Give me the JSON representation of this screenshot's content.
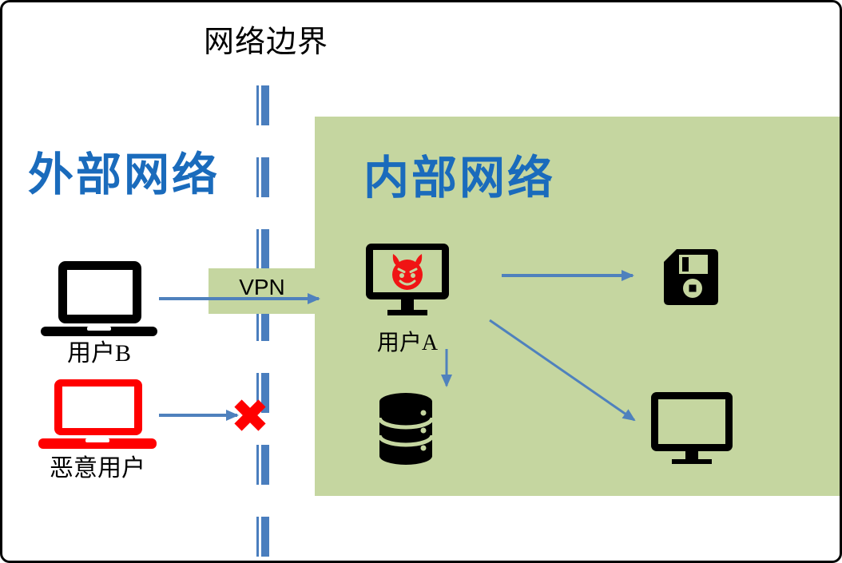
{
  "boundary": {
    "title": "网络边界"
  },
  "external_zone": {
    "label": "外部网络",
    "user_b_label": "用户B",
    "malicious_label": "恶意用户"
  },
  "internal_zone": {
    "label": "内部网络",
    "user_a_label": "用户A"
  },
  "vpn": {
    "label": "VPN"
  },
  "connections": [
    {
      "from": "user-b",
      "to": "user-a",
      "via": "VPN",
      "status": "allowed"
    },
    {
      "from": "malicious-user",
      "to": "network-boundary",
      "status": "blocked"
    },
    {
      "from": "user-a",
      "to": "floppy-disk"
    },
    {
      "from": "user-a",
      "to": "database"
    },
    {
      "from": "user-a",
      "to": "monitor"
    }
  ],
  "icons": [
    "laptop-icon",
    "malicious-laptop-icon",
    "infected-monitor-icon",
    "devil-face-icon",
    "floppy-disk-icon",
    "database-icon",
    "monitor-icon",
    "blocked-x-icon"
  ],
  "colors": {
    "zone_fill_green": "#c5d6a0",
    "heading_blue": "#1a6bbc",
    "arrow_blue": "#4f81bd",
    "boundary_dash_blue": "#4a7ebe",
    "alert_red": "#ff0000",
    "icon_black": "#000000"
  }
}
